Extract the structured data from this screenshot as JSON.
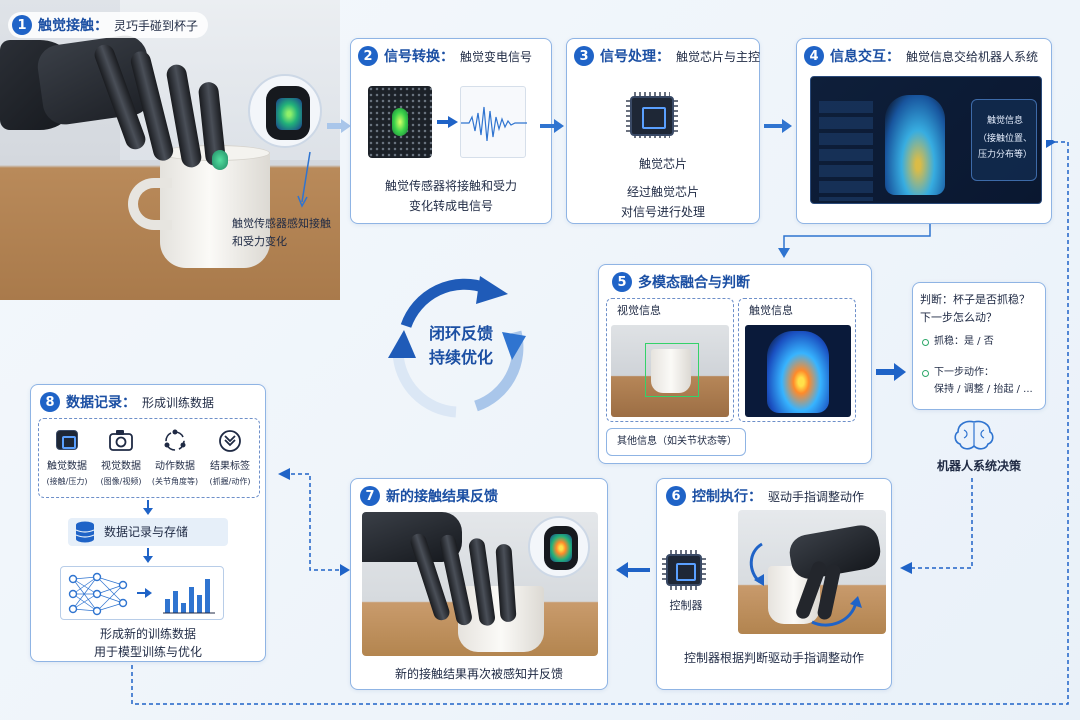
{
  "step1": {
    "num": "1",
    "title": "触觉接触：",
    "sub": "灵巧手碰到杯子",
    "note1": "触觉传感器感知接触",
    "note2": "和受力变化"
  },
  "step2": {
    "num": "2",
    "title": "信号转换：",
    "sub": "触觉变电信号",
    "desc1": "触觉传感器将接触和受力",
    "desc2": "变化转成电信号"
  },
  "step3": {
    "num": "3",
    "title": "信号处理：",
    "sub": "触觉芯片与主控",
    "chip_label": "触觉芯片",
    "desc1": "经过触觉芯片",
    "desc2": "对信号进行处理"
  },
  "step4": {
    "num": "4",
    "title": "信息交互：",
    "sub": "触觉信息交给机器人系统",
    "panel1": "触觉信息",
    "panel2": "（接触位置、",
    "panel3": "压力分布等）"
  },
  "step5": {
    "num": "5",
    "title": "多模态融合与判断",
    "visual": "视觉信息",
    "tactile": "触觉信息",
    "other": "其他信息（如关节状态等）"
  },
  "decision": {
    "line1": "判断：杯子是否抓稳？",
    "line2": "下一步怎么动？",
    "opt1": "抓稳：是 / 否",
    "opt2": "下一步动作：",
    "opt3": "保持 / 调整 / 抬起 / ...",
    "label": "机器人系统决策"
  },
  "loop": {
    "line1": "闭环反馈",
    "line2": "持续优化"
  },
  "step6": {
    "num": "6",
    "title": "控制执行：",
    "sub": "驱动手指调整动作",
    "controller": "控制器",
    "desc": "控制器根据判断驱动手指调整动作"
  },
  "step7": {
    "num": "7",
    "title": "新的接触结果反馈",
    "desc": "新的接触结果再次被感知并反馈"
  },
  "step8": {
    "num": "8",
    "title": "数据记录：",
    "sub": "形成训练数据",
    "items": [
      {
        "name": "触觉数据",
        "detail": "(接触/压力)"
      },
      {
        "name": "视觉数据",
        "detail": "(图像/视频)"
      },
      {
        "name": "动作数据",
        "detail": "(关节角度等)"
      },
      {
        "name": "结果标签",
        "detail": "(抓握/动作)"
      }
    ],
    "storage": "数据记录与存储",
    "desc1": "形成新的训练数据",
    "desc2": "用于模型训练与优化"
  },
  "colors": {
    "accent": "#1f63c7",
    "border": "#8fb4e4",
    "arrow": "#2f74d0"
  }
}
